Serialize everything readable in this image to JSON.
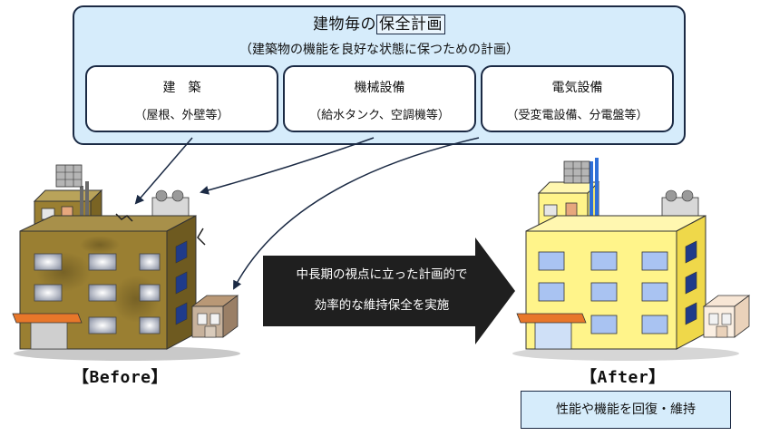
{
  "plan": {
    "title_prefix": "建物毎の",
    "title_boxed": "保全計画",
    "subtitle": "（建築物の機能を良好な状態に保つための計画）",
    "categories": [
      {
        "name": "建　築",
        "detail": "（屋根、外壁等）"
      },
      {
        "name": "機械設備",
        "detail": "（給水タンク、空調機等）"
      },
      {
        "name": "電気設備",
        "detail": "（受変電設備、分電盤等）"
      }
    ]
  },
  "arrow": {
    "line1": "中長期の視点に立った計画的で",
    "line2": "効率的な維持保全を実施"
  },
  "before_label": "【Before】",
  "after_label": "【After】",
  "result": "性能や機能を回復・維持",
  "colors": {
    "panel_bg": "#d6ecfb",
    "before_building": "#9a7f32",
    "after_building": "#fff48a",
    "arrow": "#1f1f1f",
    "awning": "#e8772a"
  }
}
